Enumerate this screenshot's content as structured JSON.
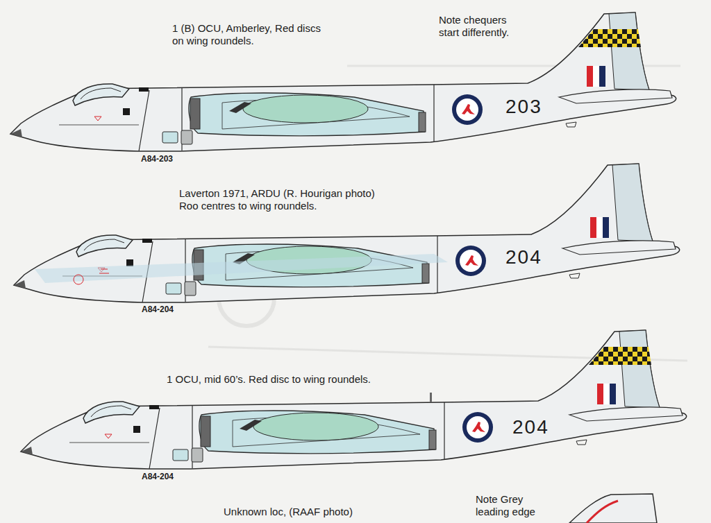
{
  "diagram": {
    "labels": [
      "1 (B) OCU, Amberley, Red discs on wing roundels.",
      "Note chequers start differently.",
      "203",
      "A84-203",
      "Laverton 1971, ARDU (R. Hourigan photo) Roo centres to wing roundels.",
      "204",
      "A84-204",
      "1 OCU, mid 60’s. Red disc to wing roundels.",
      "204",
      "A84-204",
      "Unknown loc, (RAAF photo)",
      "Note Grey leading edge"
    ]
  }
}
